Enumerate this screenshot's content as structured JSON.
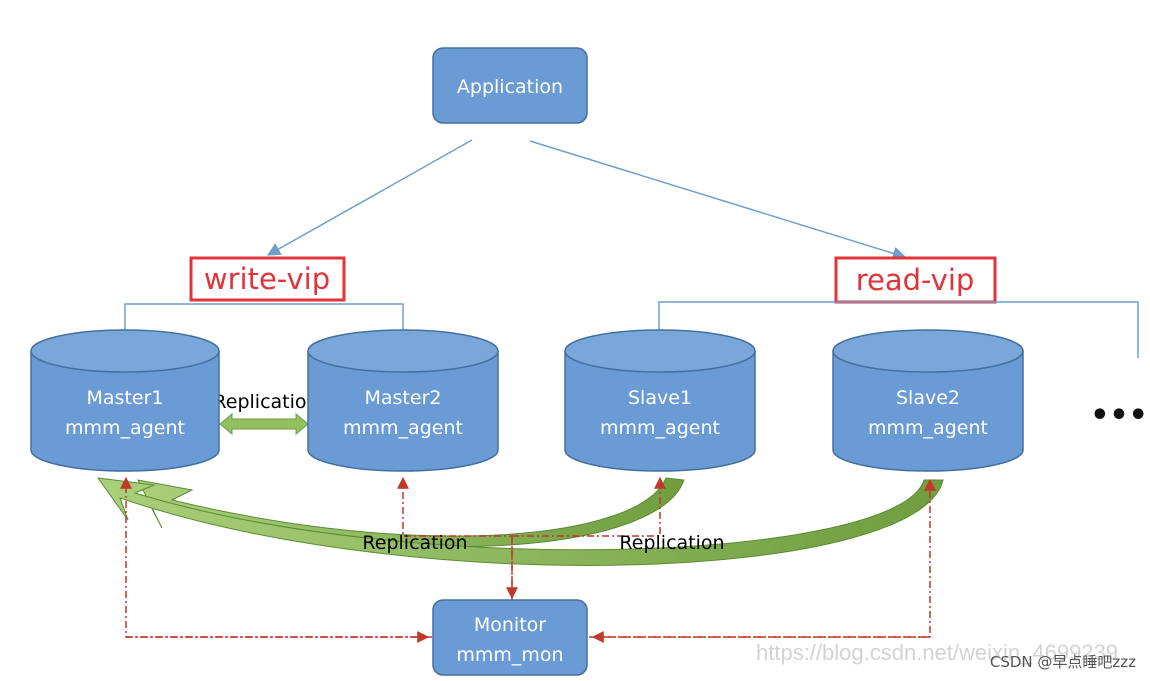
{
  "nodes": {
    "application": "Application",
    "write_vip": "write-vip",
    "read_vip": "read-vip",
    "master1": {
      "name": "Master1",
      "agent": "mmm_agent"
    },
    "master2": {
      "name": "Master2",
      "agent": "mmm_agent"
    },
    "slave1": {
      "name": "Slave1",
      "agent": "mmm_agent"
    },
    "slave2": {
      "name": "Slave2",
      "agent": "mmm_agent"
    },
    "more": "•••",
    "monitor": {
      "name": "Monitor",
      "agent": "mmm_mon"
    }
  },
  "labels": {
    "replication_master": "Replication",
    "replication_left": "Replication",
    "replication_right": "Replication"
  },
  "watermark": {
    "url": "https://blog.csdn.net/weixin_4699239",
    "credit": "CSDN @早点睡吧zzz"
  },
  "colors": {
    "node_fill": "#6a9bd4",
    "node_stroke": "#44709f",
    "vip_border": "#e0343a",
    "line_blue": "#6e9fcb",
    "dashed_red": "#c0392b",
    "arrow_green": "#79a84a"
  }
}
